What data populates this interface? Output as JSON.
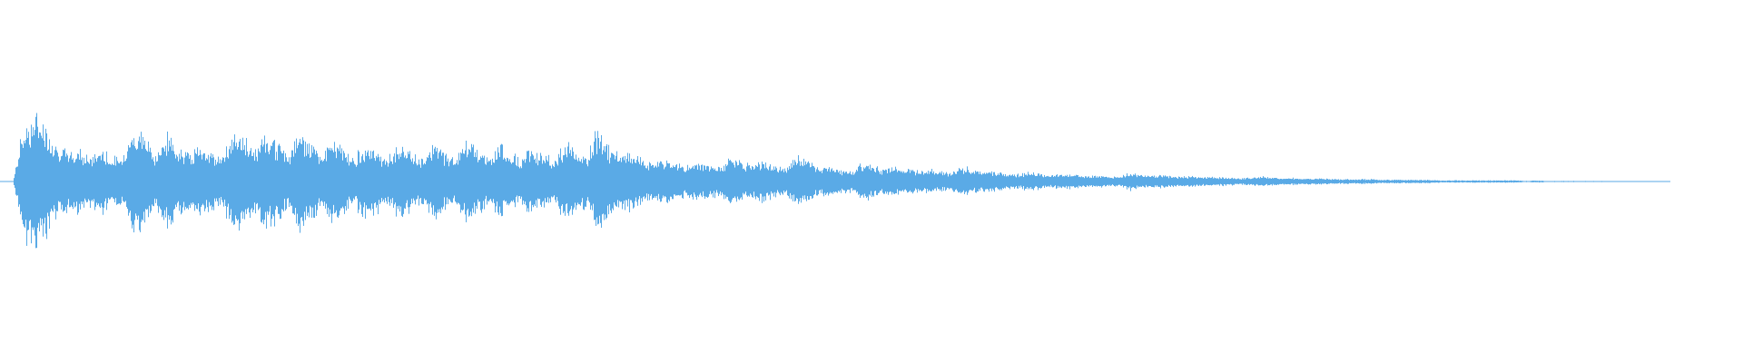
{
  "waveform": {
    "color": "#5aaae6",
    "background": "#ffffff",
    "envelope": [
      0.0,
      0.98,
      1.1,
      0.95,
      0.62,
      0.46,
      0.58,
      0.4,
      0.55,
      0.38,
      0.47,
      0.95,
      0.72,
      0.48,
      0.8,
      0.6,
      0.45,
      0.66,
      0.48,
      0.4,
      0.92,
      0.7,
      0.5,
      0.84,
      0.64,
      0.47,
      0.85,
      0.66,
      0.45,
      0.7,
      0.55,
      0.42,
      0.66,
      0.5,
      0.4,
      0.64,
      0.5,
      0.4,
      0.66,
      0.5,
      0.38,
      0.72,
      0.54,
      0.41,
      0.62,
      0.46,
      0.4,
      0.6,
      0.45,
      0.38,
      0.66,
      0.5,
      0.4,
      0.9,
      0.6,
      0.42,
      0.48,
      0.38,
      0.3,
      0.38,
      0.3,
      0.25,
      0.32,
      0.28,
      0.24,
      0.44,
      0.34,
      0.26,
      0.36,
      0.28,
      0.22,
      0.42,
      0.32,
      0.24,
      0.26,
      0.2,
      0.18,
      0.33,
      0.26,
      0.2,
      0.24,
      0.21,
      0.18,
      0.2,
      0.17,
      0.15,
      0.25,
      0.2,
      0.16,
      0.17,
      0.14,
      0.12,
      0.15,
      0.13,
      0.11,
      0.13,
      0.11,
      0.1,
      0.1,
      0.09,
      0.08,
      0.15,
      0.12,
      0.1,
      0.11,
      0.09,
      0.08,
      0.09,
      0.08,
      0.07,
      0.07,
      0.06,
      0.06,
      0.09,
      0.07,
      0.06,
      0.06,
      0.05,
      0.05,
      0.05,
      0.04,
      0.04,
      0.04,
      0.04,
      0.03,
      0.03,
      0.03,
      0.03,
      0.03,
      0.02,
      0.02,
      0.02,
      0.02,
      0.02,
      0.02,
      0.02,
      0.02,
      0.01,
      0.02,
      0.01,
      0.01,
      0.01,
      0.01,
      0.01,
      0.01,
      0.0,
      0.0,
      0.01,
      0.0,
      0.0,
      0.0
    ]
  }
}
